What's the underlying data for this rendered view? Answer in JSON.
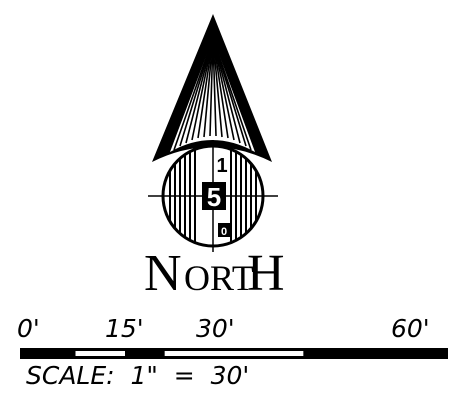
{
  "north_arrow": {
    "label": "NORTH",
    "label_first": "N",
    "label_middle": "ORT",
    "label_last": "H",
    "emblem_number": "5",
    "emblem_top_digit": "1",
    "emblem_bottom_digit": "0",
    "ink_color": "#000000",
    "paper_color": "#ffffff"
  },
  "scale_bar": {
    "tick_labels": [
      "0'",
      "15'",
      "30'",
      "60'"
    ],
    "caption": "SCALE:  1\"  =  30'",
    "segments": [
      {
        "from": 0,
        "to": 7.5,
        "fill": "black"
      },
      {
        "from": 7.5,
        "to": 15,
        "fill": "white"
      },
      {
        "from": 15,
        "to": 20,
        "fill": "black"
      },
      {
        "from": 20,
        "to": 40,
        "fill": "white"
      },
      {
        "from": 40,
        "to": 60,
        "fill": "black"
      }
    ],
    "max_value": 60
  }
}
